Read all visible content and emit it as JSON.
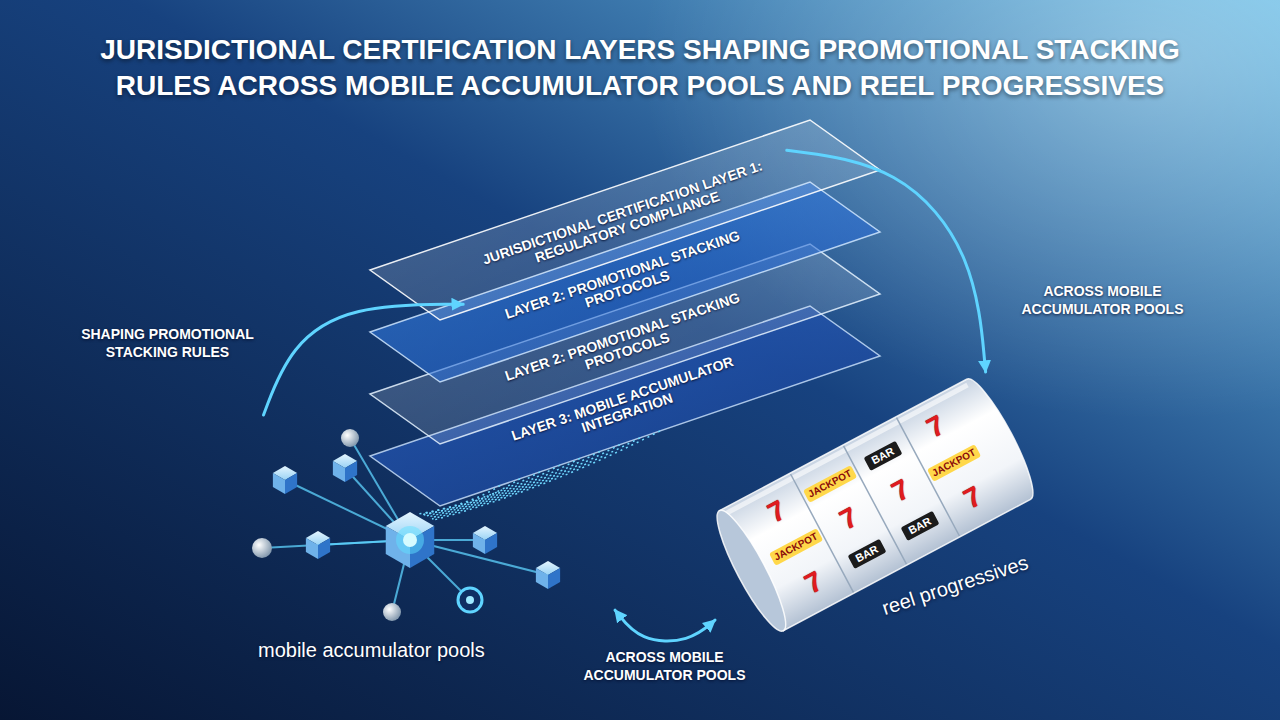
{
  "diagram": {
    "title": "JURISDICTIONAL CERTIFICATION LAYERS SHAPING PROMOTIONAL STACKING RULES ACROSS MOBILE ACCUMULATOR POOLS AND REEL PROGRESSIVES",
    "nodes": [
      {
        "text": [
          "JURISDICTIONAL CERTIFICATION LAYER 1: REGULATORY COMPLIANCE"
        ]
      },
      {
        "text": [
          "LAYER 2: PROMOTIONAL STACKING PROTOCOLS"
        ]
      },
      {
        "text": [
          "LAYER 2: PROMOTIONAL STACKING PROTOCOLS"
        ]
      },
      {
        "text": [
          "LAYER 3: MOBILE ACCUMULATOR INTEGRATION"
        ]
      },
      {
        "text": [
          "mobile accumulator pools"
        ]
      },
      {
        "text": [
          "reel progressives"
        ]
      }
    ],
    "edges": [
      {
        "from": 4,
        "to": 1,
        "arrow": "to",
        "label": "SHAPING PROMOTIONAL STACKING RULES"
      },
      {
        "from": 0,
        "to": 5,
        "arrow": "to",
        "label": "ACROSS MOBILE ACCUMULATOR POOLS"
      },
      {
        "from": 5,
        "to": 4,
        "arrow": "both",
        "label": "ACROSS MOBILE ACCUMULATOR POOLS"
      }
    ],
    "labels": [
      "7",
      "JACKPOT",
      "7",
      "JACKPOT",
      "7",
      "BAR",
      "BAR",
      "7",
      "BAR",
      "7",
      "JACKPOT",
      "7"
    ]
  }
}
